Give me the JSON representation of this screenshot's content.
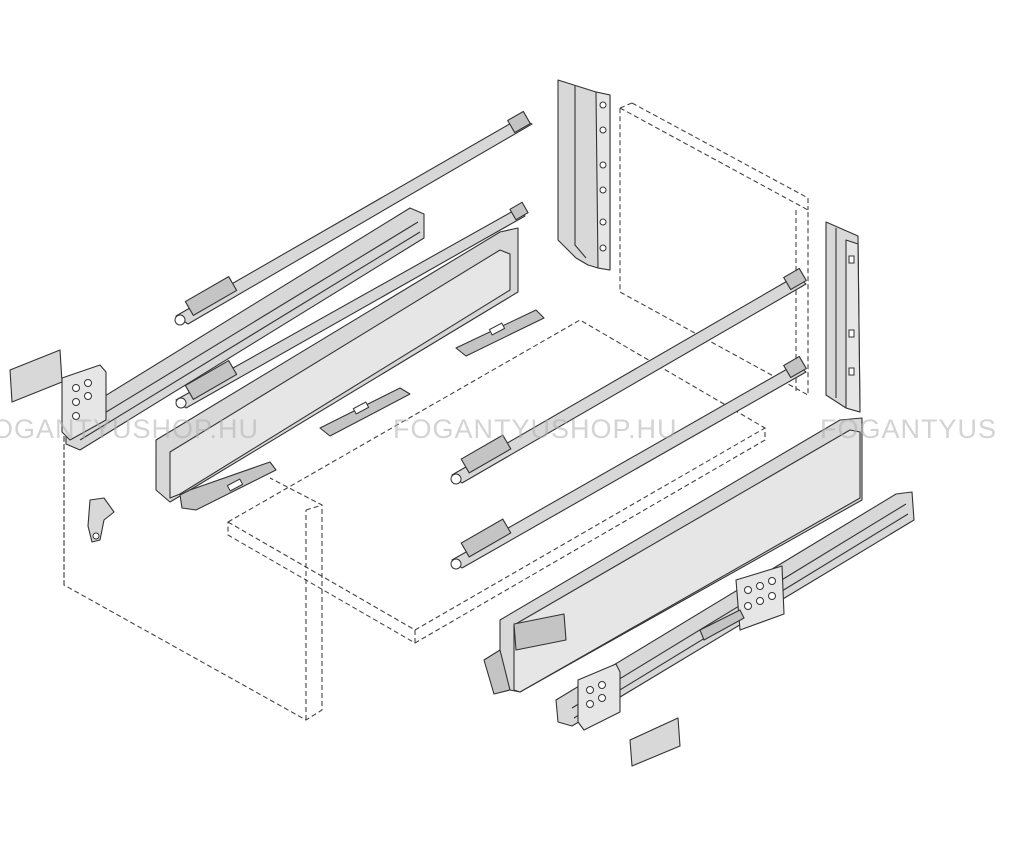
{
  "watermark": {
    "left": "OGANTYUSHOP.HU",
    "center": "FOGANTYUSHOP.HU",
    "right": "FOGANTYUS"
  },
  "colors": {
    "background": "#ffffff",
    "part_fill": "#d8d8d8",
    "outline": "#333333",
    "watermark": "#afafaf"
  }
}
